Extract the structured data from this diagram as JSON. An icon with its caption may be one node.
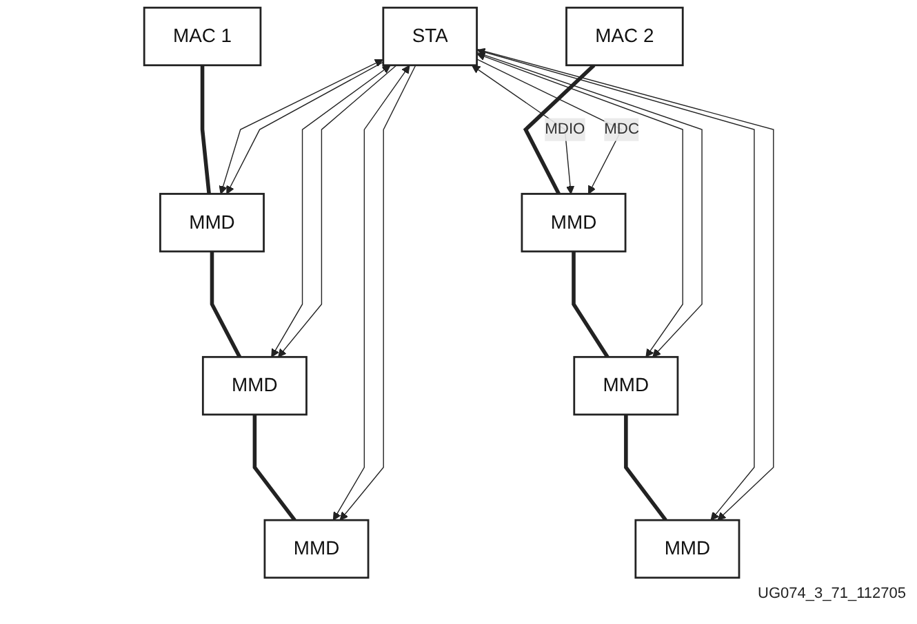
{
  "diagram": {
    "nodes": [
      {
        "text": [
          "MAC 1"
        ]
      },
      {
        "text": [
          "MAC 2"
        ]
      },
      {
        "text": [
          "STA"
        ]
      },
      {
        "text": [
          "MMD"
        ]
      },
      {
        "text": [
          "MMD"
        ]
      },
      {
        "text": [
          "MMD"
        ]
      },
      {
        "text": [
          "MMD"
        ]
      },
      {
        "text": [
          "MMD"
        ]
      },
      {
        "text": [
          "MMD"
        ]
      }
    ],
    "edges": [
      {
        "from": 0,
        "to": 3,
        "arrow": "none",
        "style": "thick"
      },
      {
        "from": 3,
        "to": 5,
        "arrow": "none",
        "style": "thick"
      },
      {
        "from": 5,
        "to": 7,
        "arrow": "none",
        "style": "thick"
      },
      {
        "from": 1,
        "to": 4,
        "arrow": "none",
        "style": "thick"
      },
      {
        "from": 4,
        "to": 6,
        "arrow": "none",
        "style": "thick"
      },
      {
        "from": 6,
        "to": 8,
        "arrow": "none",
        "style": "thick"
      },
      {
        "from": 2,
        "to": 3,
        "arrow": "both"
      },
      {
        "from": 2,
        "to": 5,
        "arrow": "both"
      },
      {
        "from": 2,
        "to": 7,
        "arrow": "both"
      },
      {
        "from": 2,
        "to": 4,
        "arrow": "both",
        "label": "MDIO"
      },
      {
        "from": 2,
        "to": 6,
        "arrow": "both"
      },
      {
        "from": 2,
        "to": 8,
        "arrow": "both"
      },
      {
        "from": 2,
        "to": 3,
        "arrow": "to"
      },
      {
        "from": 2,
        "to": 5,
        "arrow": "to"
      },
      {
        "from": 2,
        "to": 7,
        "arrow": "to"
      },
      {
        "from": 2,
        "to": 4,
        "arrow": "to",
        "label": "MDC"
      },
      {
        "from": 2,
        "to": 6,
        "arrow": "to"
      },
      {
        "from": 2,
        "to": 8,
        "arrow": "to"
      }
    ],
    "labels": [
      "UG074_3_71_112705"
    ]
  }
}
